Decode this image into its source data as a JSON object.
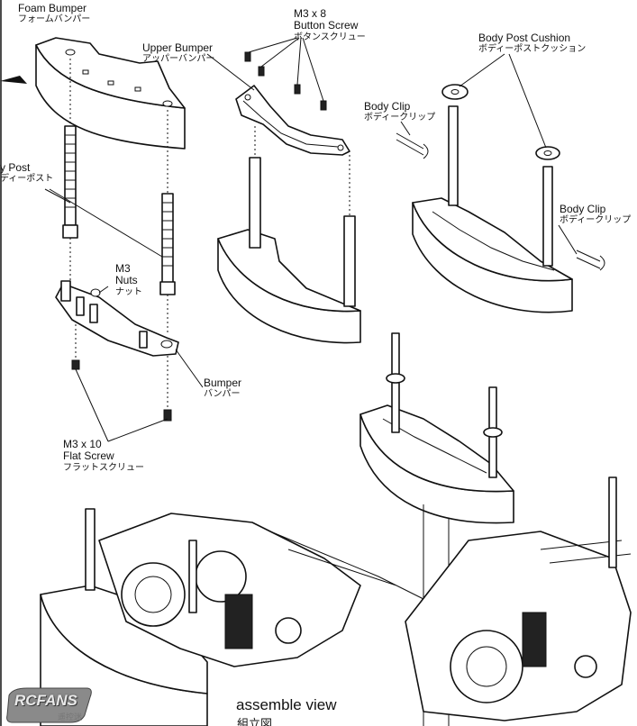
{
  "labels": {
    "foam_bumper": {
      "en": "Foam Bumper",
      "jp": "フォームバンパー"
    },
    "m3x8_button_screw": {
      "line1": "M3 x 8",
      "line2": "Button Screw",
      "jp": "ボタンスクリュー"
    },
    "upper_bumper": {
      "en": "Upper Bumper",
      "jp": "アッパーバンパー"
    },
    "body_post_cushion": {
      "en": "Body Post Cushion",
      "jp": "ボディーポストクッション"
    },
    "body_clip_1": {
      "en": "Body Clip",
      "jp": "ボディークリップ"
    },
    "body_clip_2": {
      "en": "Body Clip",
      "jp": "ボディークリップ"
    },
    "body_post": {
      "en": "y Post",
      "jp": "ディーポスト"
    },
    "m3_nuts": {
      "line1": "M3",
      "line2": "Nuts",
      "jp": "ナット"
    },
    "bumper": {
      "en": "Bumper",
      "jp": "バンパー"
    },
    "m3x10_flat_screw": {
      "line1": "M3 x 10",
      "line2": "Flat Screw",
      "jp": "フラットスクリュー"
    }
  },
  "caption": {
    "en": "assemble view",
    "jp": "組立図"
  },
  "watermark": {
    "brand": "RCFANS",
    "sub": "遥控迷"
  }
}
